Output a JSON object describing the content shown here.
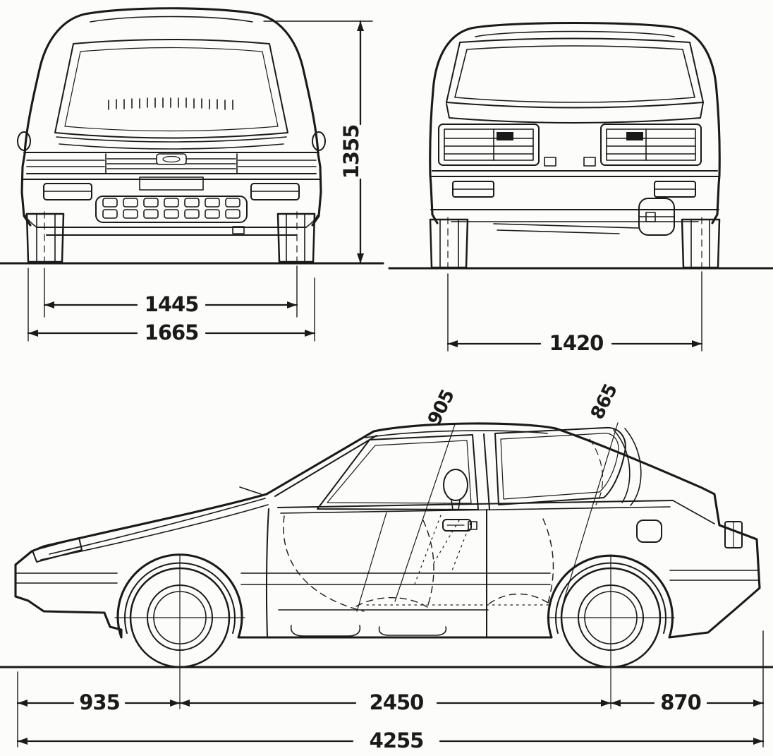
{
  "colors": {
    "ink": "#1a1a1a",
    "paper": "#fcfcfa"
  },
  "front_view": {
    "dims": {
      "track": "1445",
      "overall_width": "1665",
      "overall_height": "1355"
    }
  },
  "rear_view": {
    "dims": {
      "track": "1420"
    }
  },
  "side_view": {
    "dims": {
      "front_overhang": "935",
      "wheelbase": "2450",
      "rear_overhang": "870",
      "overall_length": "4255",
      "interior_height_front": "905",
      "interior_height_rear": "865"
    }
  }
}
